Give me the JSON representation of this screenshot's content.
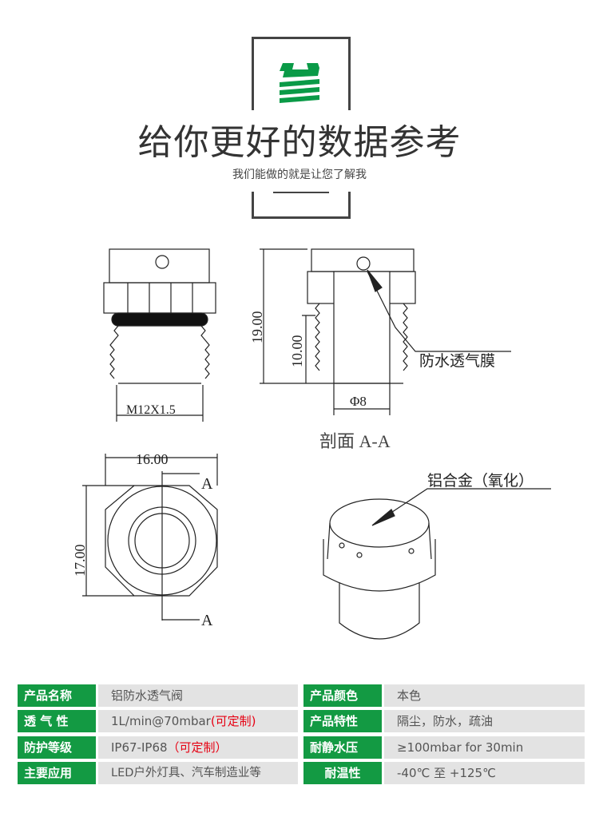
{
  "header": {
    "title": "给你更好的数据参考",
    "subtitle": "我们能做的就是让您了解我",
    "logo": "green-stacked-logo"
  },
  "drawing": {
    "thread": "M12X1.5",
    "height": "19.00",
    "thread_height": "10.00",
    "membrane": "防水透气膜",
    "diameter": "Φ8",
    "section": "剖面 A-A",
    "width": "16.00",
    "depth": "17.00",
    "section_mark_top": "A",
    "section_mark_bottom": "A",
    "material": "铝合金（氧化）"
  },
  "specs": [
    {
      "label": "产品名称",
      "value": "铝防水透气阀",
      "value_note": "",
      "label2": "产品颜色",
      "value2": "本色"
    },
    {
      "label": "透 气 性",
      "value": "1L/min@70mbar",
      "value_note": "(可定制)",
      "label2": "产品特性",
      "value2": "隔尘，防水，疏油"
    },
    {
      "label": "防护等级",
      "value": "IP67-IP68",
      "value_note": "（可定制）",
      "label2": "耐静水压",
      "value2": "≥100mbar for 30min"
    },
    {
      "label": "主要应用",
      "value": "LED户外灯具、汽车制造业等",
      "value_note": "",
      "label2": "耐温性",
      "value2": "-40℃ 至 +125℃"
    }
  ],
  "colors": {
    "green": "#139a43",
    "red": "#e60012"
  }
}
